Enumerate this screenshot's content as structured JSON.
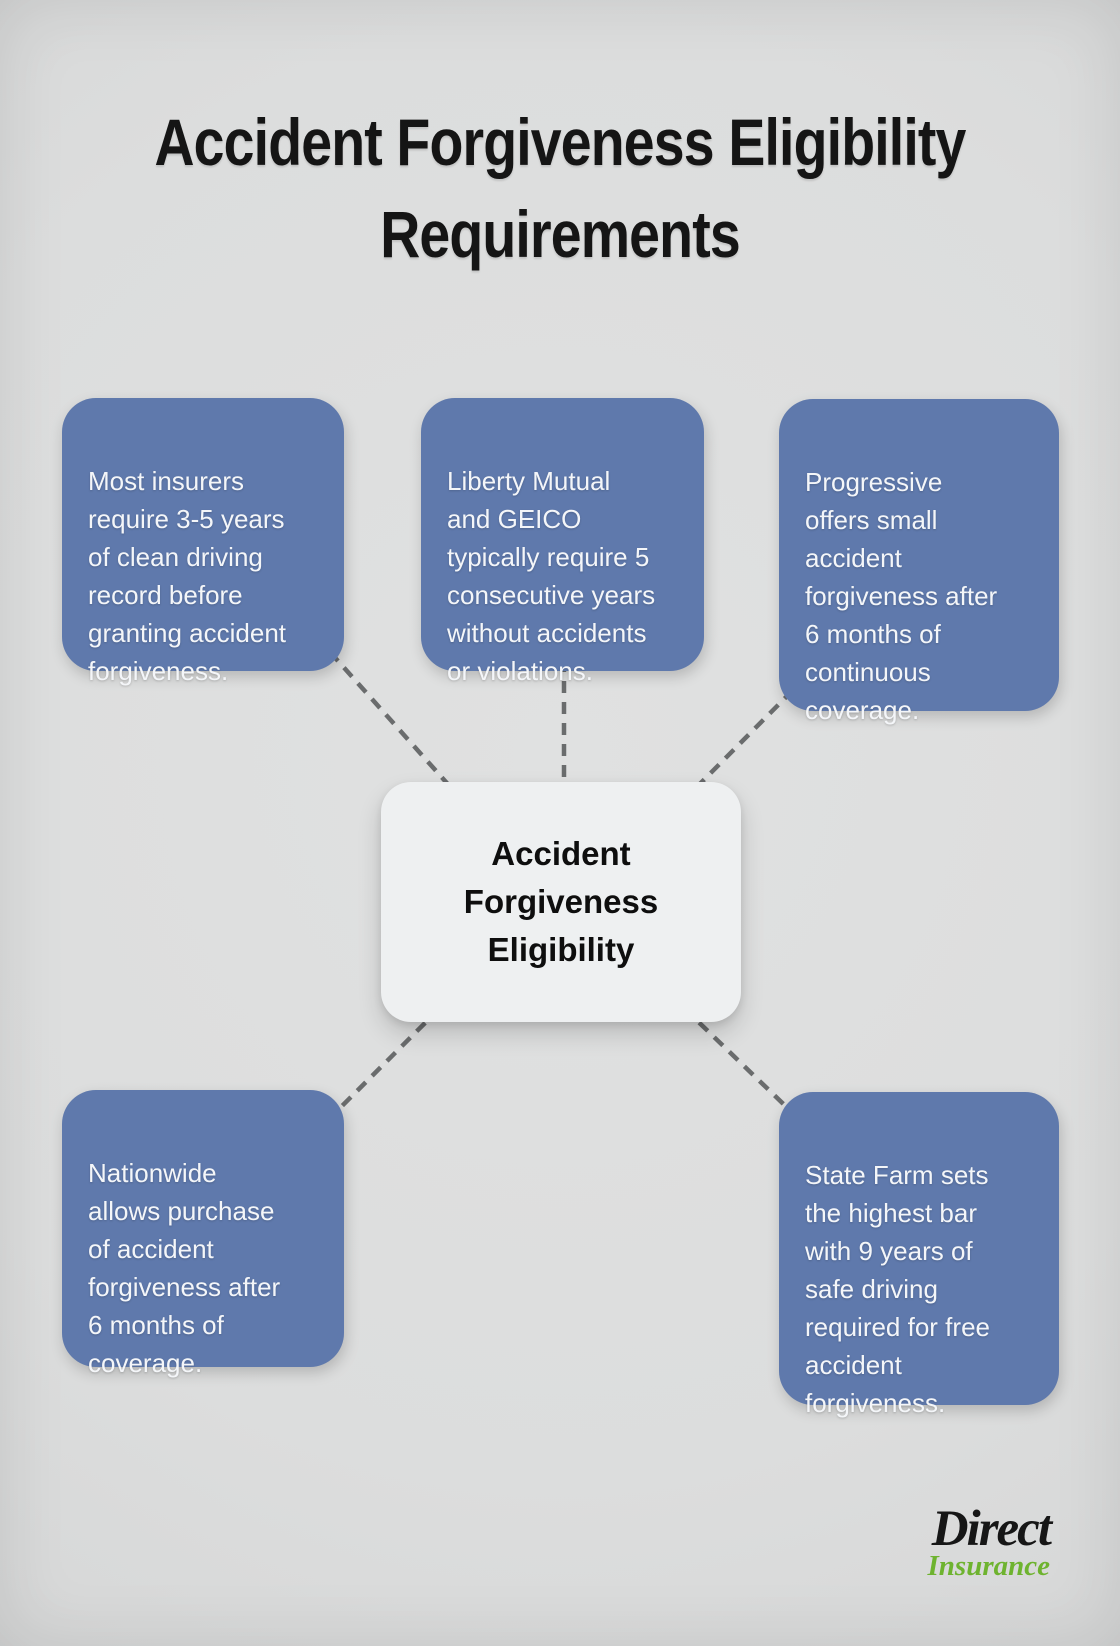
{
  "title": {
    "text": "Accident Forgiveness Eligibility\nRequirements"
  },
  "center_node": {
    "text": "Accident\nForgiveness\nEligibility"
  },
  "nodes": [
    {
      "id": "top-left",
      "text": "Most insurers\nrequire 3-5 years\nof clean driving\nrecord before\ngranting accident\nforgiveness."
    },
    {
      "id": "top-middle",
      "text": "Liberty Mutual\nand GEICO\ntypically require 5\nconsecutive years\nwithout accidents\nor violations."
    },
    {
      "id": "top-right",
      "text": "Progressive\noffers small\naccident\nforgiveness after\n6 months of\ncontinuous\ncoverage."
    },
    {
      "id": "bottom-left",
      "text": "Nationwide\nallows purchase\nof accident\nforgiveness after\n6 months of\ncoverage."
    },
    {
      "id": "bottom-right",
      "text": "State Farm sets\nthe highest bar\nwith 9 years of\nsafe driving\nrequired for free\naccident\nforgiveness."
    }
  ],
  "logo": {
    "name": "Direct",
    "subtitle": "Insurance"
  },
  "colors": {
    "background": "#dcdddd",
    "node_background": "#5f79ac",
    "node_text": "#f4f6f9",
    "center_background": "#eef0f1",
    "center_text": "#0e0e0e",
    "connector": "#6a6c6d",
    "title_text": "#151515",
    "logo_name": "#161616",
    "logo_subtitle": "#6eb32f"
  }
}
